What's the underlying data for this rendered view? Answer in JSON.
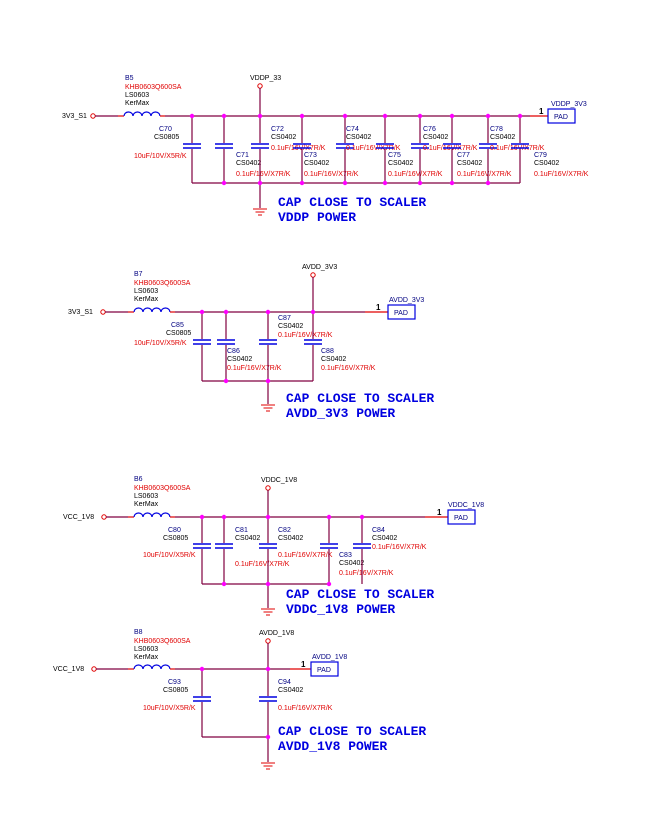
{
  "blocks": [
    {
      "id": "vddp",
      "input_net": "3V3_S1",
      "rail_net": "VDDP_33",
      "pad_net": "VDDP_3V3",
      "pad_label": "PAD",
      "pad_pin": "1",
      "inductor": {
        "ref": "B5",
        "part": "KHB0603Q600SA",
        "footprint": "LS0603",
        "vendor": "KerMax"
      },
      "caps": [
        {
          "ref": "C70",
          "footprint": "CS0805",
          "value": "10uF/10V/X5R/K"
        },
        {
          "ref": "C71",
          "footprint": "CS0402",
          "value": "0.1uF/16V/X7R/K"
        },
        {
          "ref": "C72",
          "footprint": "CS0402",
          "value": "0.1uF/16V/X7R/K"
        },
        {
          "ref": "C73",
          "footprint": "CS0402",
          "value": "0.1uF/16V/X7R/K"
        },
        {
          "ref": "C74",
          "footprint": "CS0402",
          "value": "0.1uF/16V/X7R/K"
        },
        {
          "ref": "C75",
          "footprint": "CS0402",
          "value": "0.1uF/16V/X7R/K"
        },
        {
          "ref": "C76",
          "footprint": "CS0402",
          "value": "0.1uF/16V/X7R/K"
        },
        {
          "ref": "C77",
          "footprint": "CS0402",
          "value": "0.1uF/16V/X7R/K"
        },
        {
          "ref": "C78",
          "footprint": "CS0402",
          "value": "0.1uF/16V/X7R/K"
        },
        {
          "ref": "C79",
          "footprint": "CS0402",
          "value": "0.1uF/16V/X7R/K"
        }
      ],
      "note": [
        "CAP CLOSE TO SCALER",
        "VDDP POWER"
      ]
    },
    {
      "id": "avdd33",
      "input_net": "3V3_S1",
      "rail_net": "AVDD_3V3",
      "pad_net": "AVDD_3V3",
      "pad_label": "PAD",
      "pad_pin": "1",
      "inductor": {
        "ref": "B7",
        "part": "KHB0603Q600SA",
        "footprint": "LS0603",
        "vendor": "KerMax"
      },
      "caps": [
        {
          "ref": "C85",
          "footprint": "CS0805",
          "value": "10uF/10V/X5R/K"
        },
        {
          "ref": "C86",
          "footprint": "CS0402",
          "value": "0.1uF/16V/X7R/K"
        },
        {
          "ref": "C87",
          "footprint": "CS0402",
          "value": "0.1uF/16V/X7R/K"
        },
        {
          "ref": "C88",
          "footprint": "CS0402",
          "value": "0.1uF/16V/X7R/K"
        }
      ],
      "note": [
        "CAP CLOSE TO SCALER",
        "AVDD_3V3 POWER"
      ]
    },
    {
      "id": "vddc",
      "input_net": "VCC_1V8",
      "rail_net": "VDDC_1V8",
      "pad_net": "VDDC_1V8",
      "pad_label": "PAD",
      "pad_pin": "1",
      "inductor": {
        "ref": "B6",
        "part": "KHB0603Q600SA",
        "footprint": "LS0603",
        "vendor": "KerMax"
      },
      "caps": [
        {
          "ref": "C80",
          "footprint": "CS0805",
          "value": "10uF/10V/X5R/K"
        },
        {
          "ref": "C81",
          "footprint": "CS0402",
          "value": "0.1uF/16V/X7R/K"
        },
        {
          "ref": "C82",
          "footprint": "CS0402",
          "value": "0.1uF/16V/X7R/K"
        },
        {
          "ref": "C83",
          "footprint": "CS0402",
          "value": "0.1uF/16V/X7R/K"
        },
        {
          "ref": "C84",
          "footprint": "CS0402",
          "value": "0.1uF/16V/X7R/K"
        }
      ],
      "note": [
        "CAP CLOSE TO SCALER",
        "VDDC_1V8 POWER"
      ]
    },
    {
      "id": "avdd18",
      "input_net": "VCC_1V8",
      "rail_net": "AVDD_1V8",
      "pad_net": "AVDD_1V8",
      "pad_label": "PAD",
      "pad_pin": "1",
      "inductor": {
        "ref": "B8",
        "part": "KHB0603Q600SA",
        "footprint": "LS0603",
        "vendor": "KerMax"
      },
      "caps": [
        {
          "ref": "C93",
          "footprint": "CS0805",
          "value": "10uF/10V/X5R/K"
        },
        {
          "ref": "C94",
          "footprint": "CS0402",
          "value": "0.1uF/16V/X7R/K"
        }
      ],
      "note": [
        "CAP CLOSE TO SCALER",
        "AVDD_1V8 POWER"
      ]
    }
  ]
}
